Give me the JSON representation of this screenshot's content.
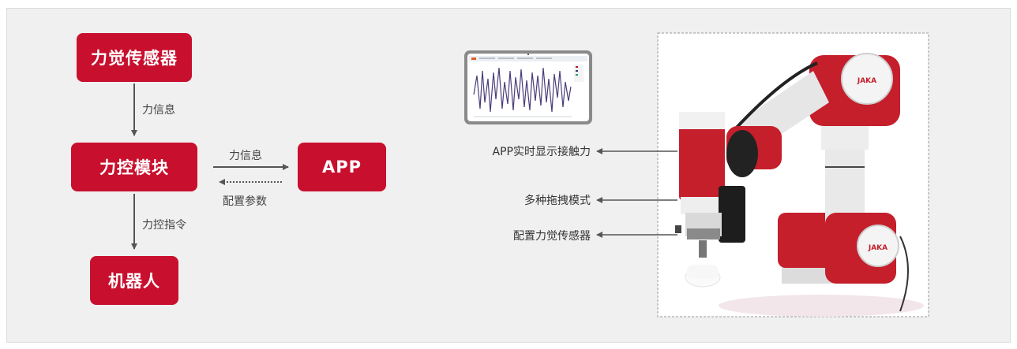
{
  "flow": {
    "sensor": "力觉传感器",
    "sensor_to_module": "力信息",
    "module": "力控模块",
    "module_to_app": "力信息",
    "app": "APP",
    "app_to_module": "配置参数",
    "module_to_robot": "力控指令",
    "robot": "机器人"
  },
  "callouts": {
    "app_display": "APP实时显示接触力",
    "drag_modes": "多种拖拽模式",
    "force_sensor": "配置力觉传感器"
  },
  "robot_photo": {
    "brand": "JAKA"
  },
  "colors": {
    "accent": "#c8102e",
    "background": "#f0f0f0"
  }
}
